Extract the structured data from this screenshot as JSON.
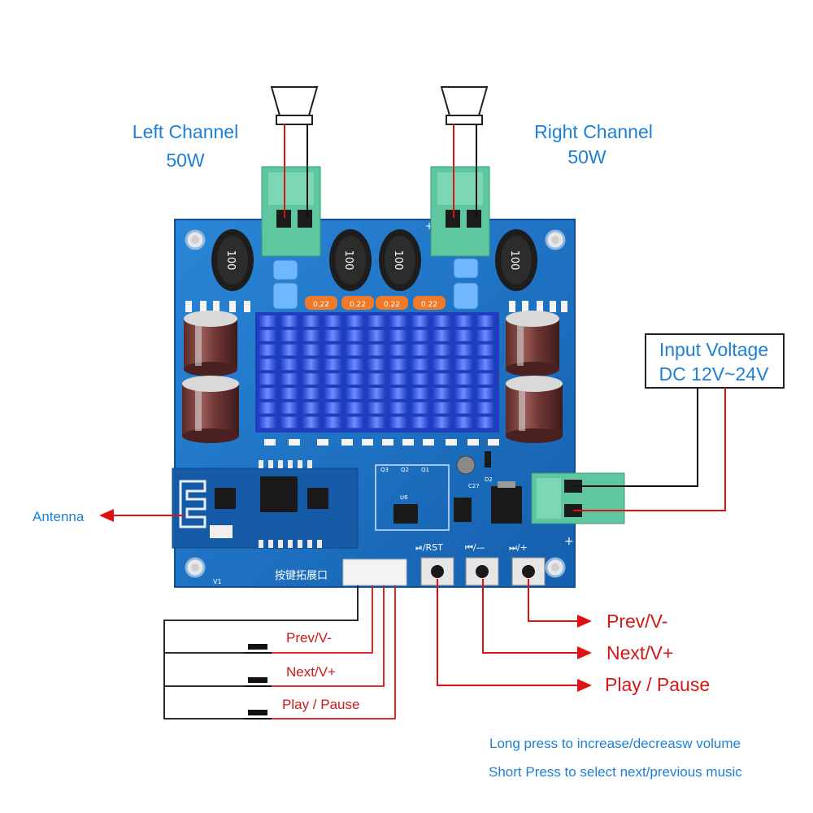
{
  "channels": {
    "left": {
      "name": "Left Channel",
      "power": "50W"
    },
    "right": {
      "name": "Right Channel",
      "power": "50W"
    }
  },
  "input": {
    "title": "Input Voltage",
    "range": "DC 12V~24V"
  },
  "antenna": "Antenna",
  "board": {
    "expansion_port": "按键拓展口",
    "v1_label": "V1",
    "btn_labels": [
      "⏯/RST",
      "⏮/—",
      "⏭/+"
    ],
    "inductor_value": "100",
    "cap_values": [
      "0.22",
      "0.22",
      "0.22",
      "0.22"
    ],
    "ic_labels": {
      "q3": "Q3",
      "q2": "Q2",
      "q1": "Q1",
      "u6": "U6",
      "c27": "C27",
      "d2": "D2"
    }
  },
  "buttons": {
    "right": [
      "Prev/V-",
      "Next/V+",
      "Play / Pause"
    ],
    "left": [
      "Prev/V-",
      "Next/V+",
      "Play / Pause"
    ]
  },
  "notes": [
    "Long press to increase/decreasw volume",
    "Short Press to select next/previous music"
  ],
  "colors": {
    "pcb": "#1b6fc0",
    "label": "#1e7fd6",
    "wire_red": "#e01010",
    "terminal": "#5fc7a0",
    "heatsink": "#2a52e0",
    "text_red": "#d01818"
  }
}
